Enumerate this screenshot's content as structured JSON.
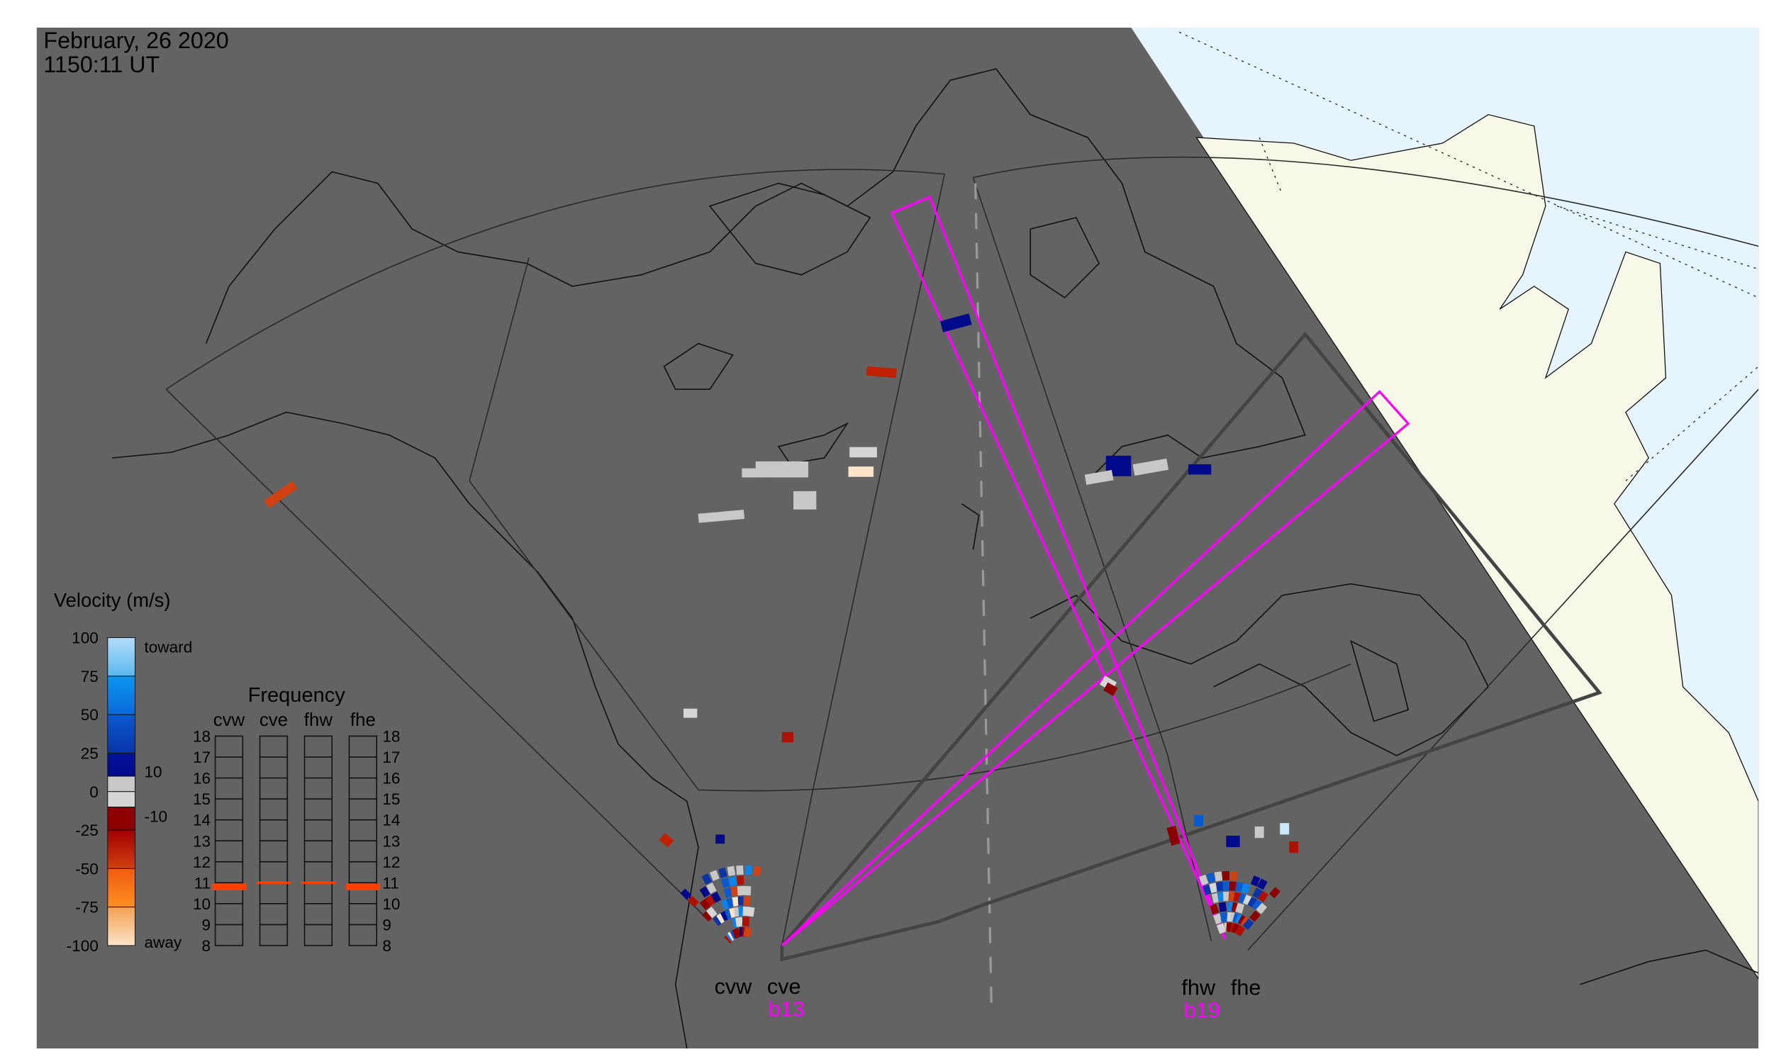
{
  "header": {
    "date": "February, 26 2020",
    "time": "1150:11 UT"
  },
  "velocity_legend": {
    "title": "Velocity (m/s)",
    "ticks": [
      "100",
      "75",
      "50",
      "25",
      "0",
      "-25",
      "-50",
      "-75",
      "-100"
    ],
    "ground_scatter_upper": "10",
    "ground_scatter_lower": "-10",
    "toward_label": "toward",
    "away_label": "away",
    "colors": {
      "toward_light": "#a8d8f8",
      "toward_mid": "#0a84ea",
      "toward_dark": "#020a8c",
      "ground": "#c8c8c8",
      "away_dark": "#8c0000",
      "away_mid": "#f06010",
      "away_light": "#fde4c8"
    }
  },
  "frequency_legend": {
    "title": "Frequency",
    "radars": [
      "cvw",
      "cve",
      "fhw",
      "fhe"
    ],
    "ticks": [
      "18",
      "17",
      "16",
      "15",
      "14",
      "13",
      "12",
      "11",
      "10",
      "9",
      "8"
    ],
    "operating_mhz": [
      10.8,
      11.0,
      11.0,
      10.8
    ]
  },
  "radar_labels": {
    "christmas_valley": [
      "cvw",
      "cve"
    ],
    "fort_hays": [
      "fhw",
      "fhe"
    ]
  },
  "beam_labels": {
    "cve_beam": "b13",
    "fhw_beam": "b19"
  },
  "colors": {
    "night": "#636363",
    "day_ocean": "#e6f4fd",
    "day_land": "#f8f8e8",
    "beam": "#ff00ff",
    "fov": "#444444"
  }
}
